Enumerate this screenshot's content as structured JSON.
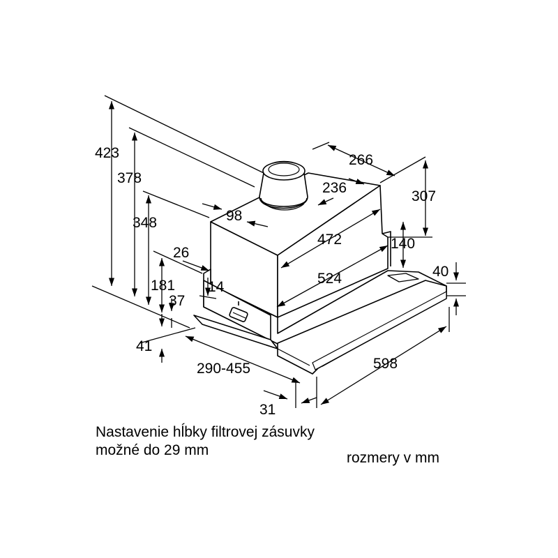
{
  "dimensions": {
    "total_height": "423",
    "height_378": "378",
    "height_348": "348",
    "height_181": "181",
    "depth_26": "26",
    "depth_14": "14",
    "depth_37": "37",
    "height_41": "41",
    "pull_out_range": "290-455",
    "depth_31": "31",
    "width_598": "598",
    "height_40": "40",
    "duct_depth_266": "266",
    "duct_width_236": "236",
    "duct_offset_98": "98",
    "body_width_472": "472",
    "body_width_524": "524",
    "height_307": "307",
    "height_140": "140"
  },
  "notes": {
    "adjustment_line1": "Nastavenie hĺbky filtrovej zásuvky",
    "adjustment_line2": "možné do 29 mm",
    "units": "rozmery v mm"
  }
}
